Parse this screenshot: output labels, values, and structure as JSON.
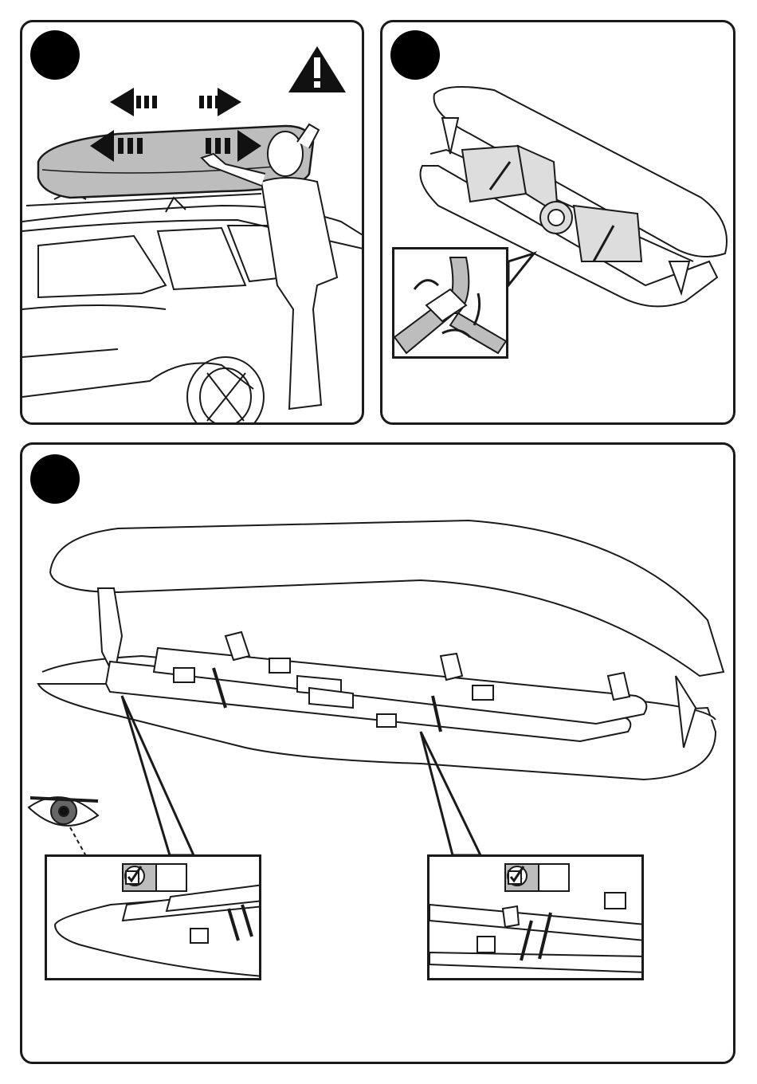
{
  "steps": [
    {
      "id": "step-1",
      "marker": "filled-circle"
    },
    {
      "id": "step-2",
      "marker": "filled-circle"
    },
    {
      "id": "step-3",
      "marker": "filled-circle"
    }
  ],
  "icons": {
    "warning": "warning-triangle-icon",
    "smiley": "smiley-face-icon",
    "checkbox": "checked-box-icon",
    "eye": "eye-icon",
    "push_arrows": "push-arrow-icon",
    "rotate_arrows": "rotate-arrow-icon"
  },
  "colors": {
    "line": "#1a1a1a",
    "box_fill": "#bdbdbd",
    "badge_fill": "#bdbdbd",
    "background": "#ffffff"
  }
}
